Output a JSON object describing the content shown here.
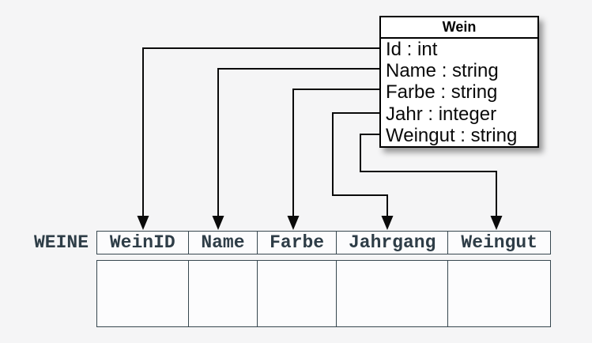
{
  "class_box": {
    "title": "Wein",
    "attributes": [
      "Id : int",
      "Name : string",
      "Farbe : string",
      "Jahr : integer",
      "Weingut : string"
    ]
  },
  "table": {
    "label": "WEINE",
    "columns": [
      "WeinID",
      "Name",
      "Farbe",
      "Jahrgang",
      "Weingut"
    ]
  },
  "mappings": [
    {
      "from": "Id",
      "to": "WeinID"
    },
    {
      "from": "Name",
      "to": "Name"
    },
    {
      "from": "Farbe",
      "to": "Farbe"
    },
    {
      "from": "Jahr",
      "to": "Jahrgang"
    },
    {
      "from": "Weingut",
      "to": "Weingut"
    }
  ],
  "colors": {
    "background": "#f5f5f6",
    "class_box_border": "#000000",
    "class_box_fill": "#ffffff",
    "connector": "#0a0a0a",
    "table_border": "#37474f",
    "table_ink": "#2e3d47",
    "table_fill": "#fcfcfd"
  }
}
